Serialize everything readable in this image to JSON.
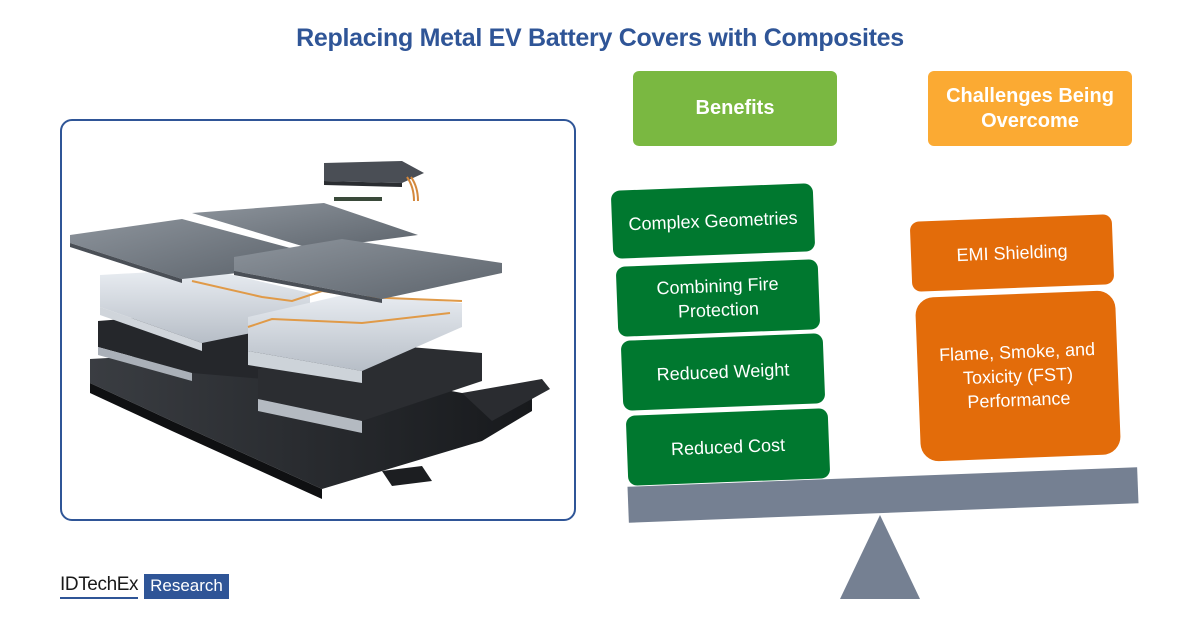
{
  "title": "Replacing Metal EV Battery Covers with Composites",
  "image": {
    "alt": "Exploded view of an EV battery pack with covers, modules and tray"
  },
  "columns": {
    "benefits": {
      "header": "Benefits",
      "color": "#7ab841",
      "items": [
        "Complex Geometries",
        "Combining Fire Protection",
        "Reduced Weight",
        "Reduced Cost"
      ],
      "item_color": "#00782f"
    },
    "challenges": {
      "header": "Challenges Being Overcome",
      "color": "#fbaa33",
      "items": [
        "EMI Shielding",
        "Flame, Smoke, and Toxicity (FST) Performance"
      ],
      "item_color": "#e36c0a"
    }
  },
  "scale": {
    "color": "#758092"
  },
  "logo": {
    "brand": "IDTechEx",
    "badge": "Research"
  }
}
